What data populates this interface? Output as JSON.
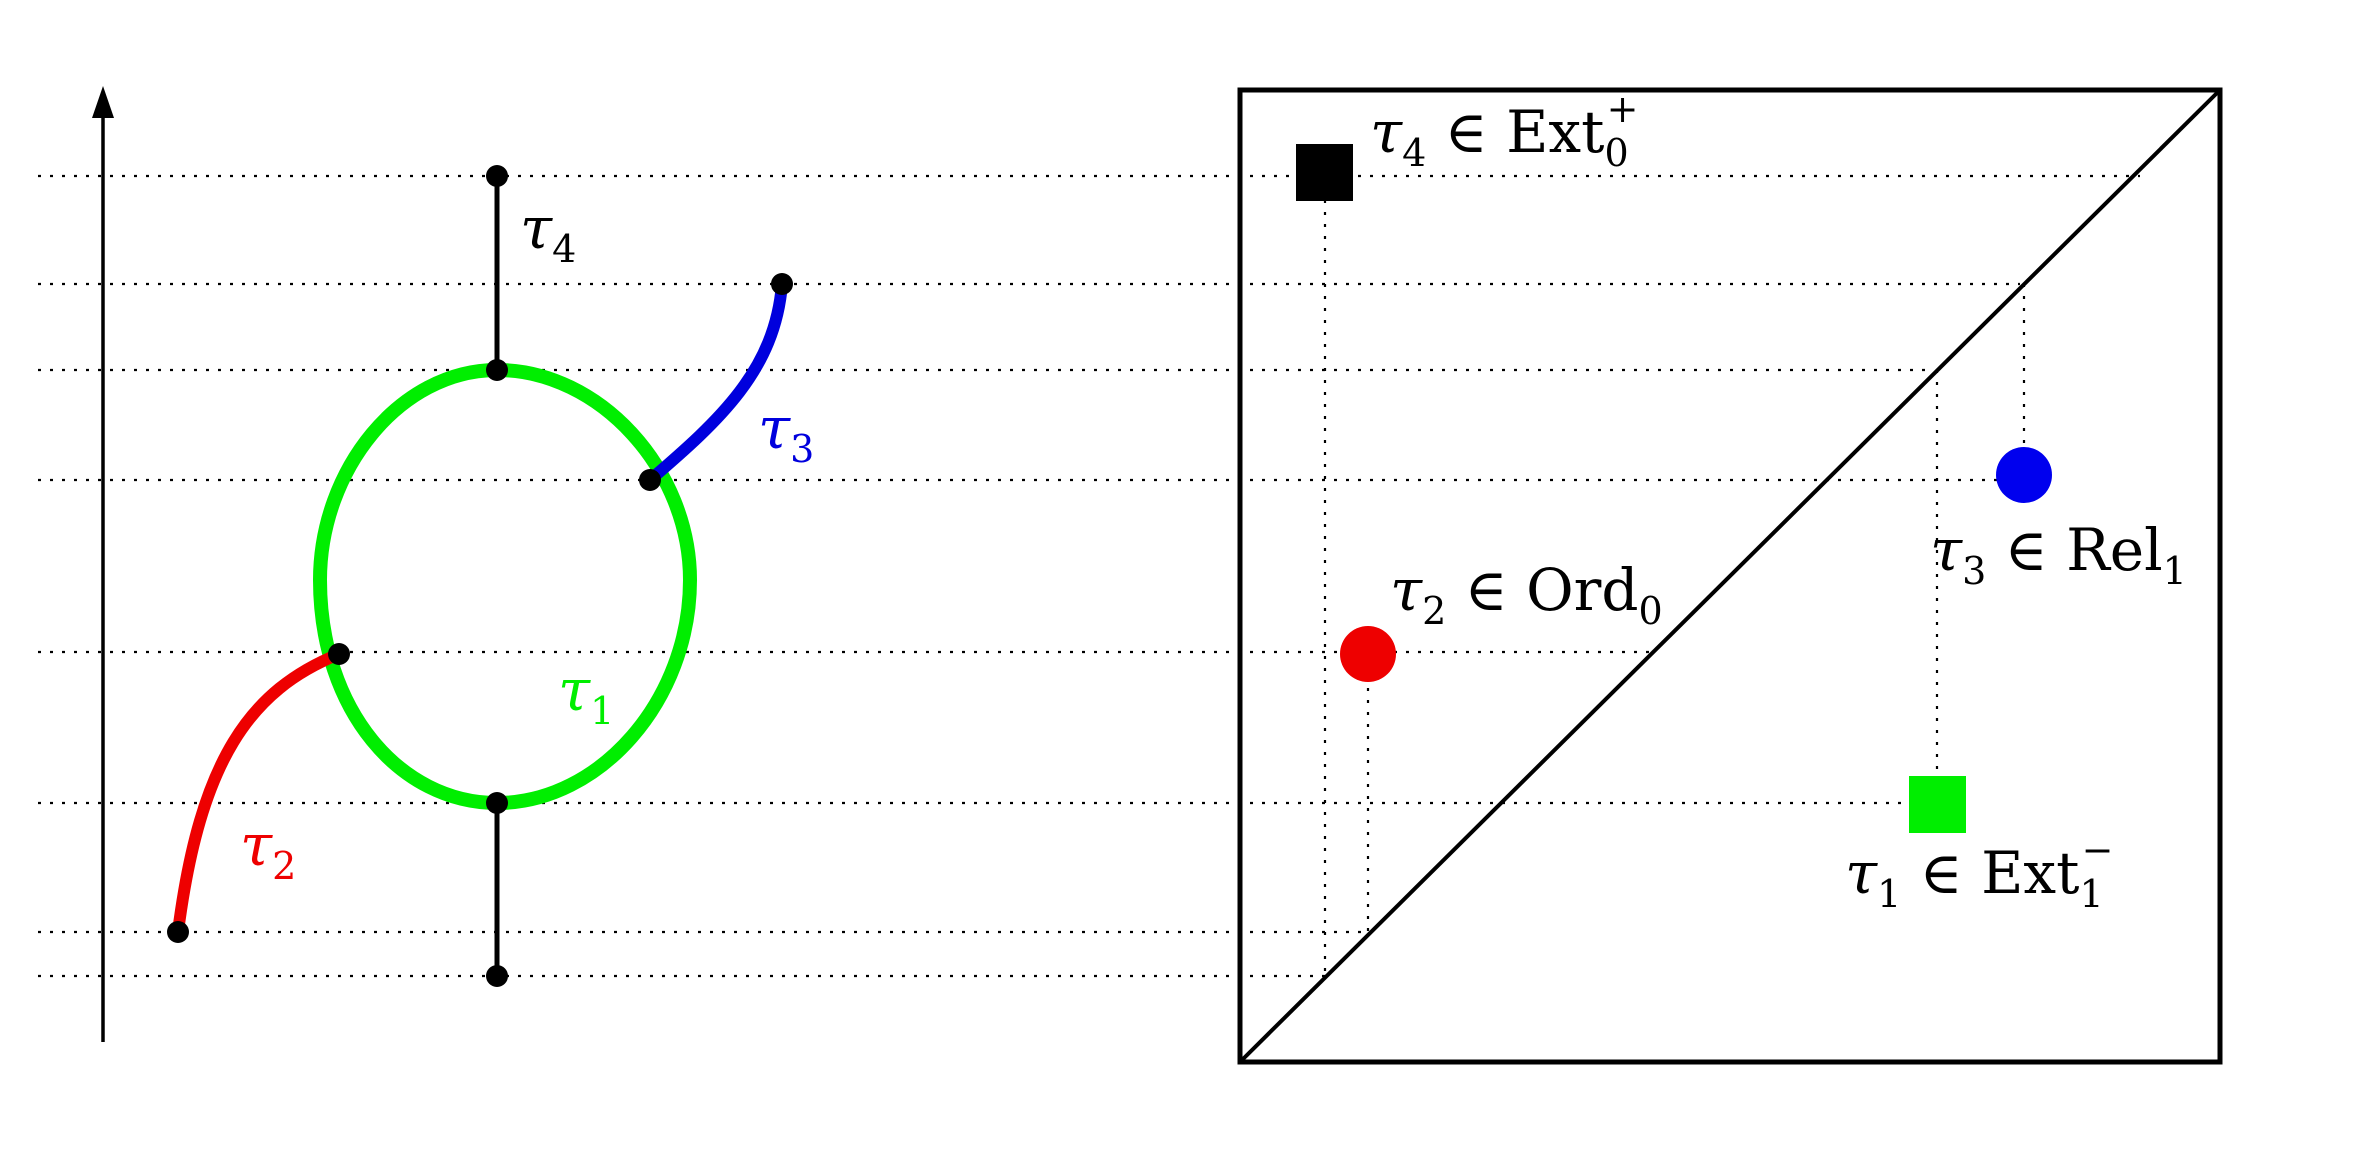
{
  "branches": [
    {
      "id": "tau1",
      "symbol": "τ",
      "index": "1",
      "color": "#00ee00"
    },
    {
      "id": "tau2",
      "symbol": "τ",
      "index": "2",
      "color": "#ee0000"
    },
    {
      "id": "tau3",
      "symbol": "τ",
      "index": "3",
      "color": "#0000dd"
    },
    {
      "id": "tau4",
      "symbol": "τ",
      "index": "4",
      "color": "#000000"
    }
  ],
  "diagram_points": [
    {
      "id": "tau4",
      "label_symbol": "τ",
      "label_index": "4",
      "relation": " ∈ Ext",
      "subscript": "0",
      "superscript": "+",
      "color": "#000000",
      "shape": "square"
    },
    {
      "id": "tau2",
      "label_symbol": "τ",
      "label_index": "2",
      "relation": " ∈ Ord",
      "subscript": "0",
      "superscript": "",
      "color": "#ee0000",
      "shape": "circle"
    },
    {
      "id": "tau3",
      "label_symbol": "τ",
      "label_index": "3",
      "relation": " ∈ Rel",
      "subscript": "1",
      "superscript": "",
      "color": "#0000ee",
      "shape": "circle"
    },
    {
      "id": "tau1",
      "label_symbol": "τ",
      "label_index": "1",
      "relation": " ∈ Ext",
      "subscript": "1",
      "superscript": "−",
      "color": "#00ee00",
      "shape": "square"
    }
  ]
}
